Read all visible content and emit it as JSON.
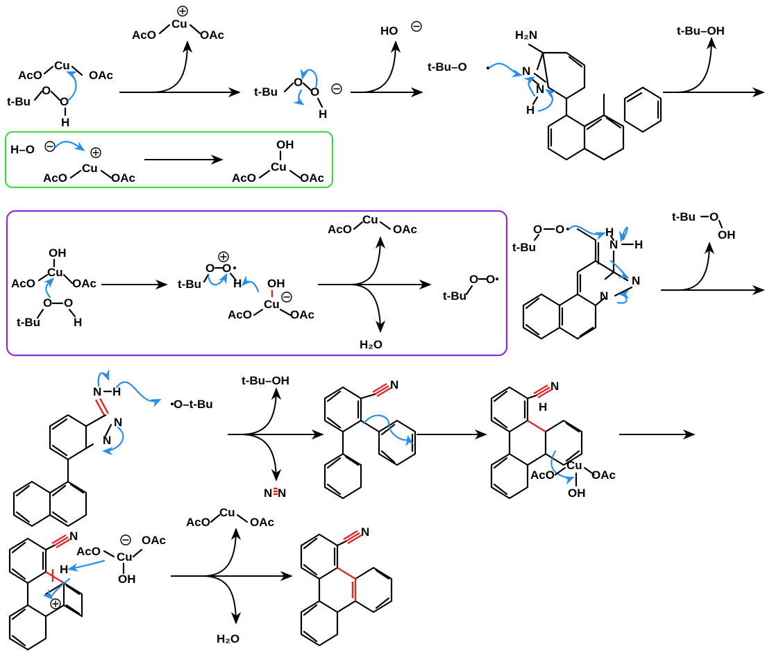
{
  "labels": {
    "acoac_a": "AcO",
    "acoac_b": "OAc",
    "cu": "Cu",
    "cu_plus": "Cu",
    "tbu": "t-Bu",
    "o": "O",
    "h": "H",
    "ho": "HO",
    "h_o": "H–O",
    "tbuoh": "t-Bu–OH",
    "tbuo": "t-Bu–O·",
    "oh": "OH",
    "h2n": "H",
    "n": "N",
    "tbuooh": "t-Bu–O",
    "h2o": "H",
    "nn": "N"
  },
  "text": {
    "r1_cu_top": "Cu",
    "r1_aco_top": "AcO",
    "r1_oac_top": "OAc",
    "r1_aco_left": "AcO",
    "r1_cu_left": "Cu",
    "r1_oac_left": "OAc",
    "r1_tbu_left": "t-Bu",
    "r1_o1_left": "O",
    "r1_o2_left": "O",
    "r1_h_left": "H",
    "r1_ho": "HO",
    "r1_tbu_mid": "t-Bu",
    "r1_o1_mid": "O",
    "r1_o2_mid": "O",
    "r1_h_mid": "H",
    "r1_tbuo": "t-Bu–O",
    "r1_h2n": "H₂N",
    "r1_n1": "N",
    "r1_n2": "N",
    "r1_h_n": "H",
    "r1_tbuoh": "t-Bu–OH",
    "g_ho": "H–O",
    "g_cu": "Cu",
    "g_aco": "AcO",
    "g_oac": "OAc",
    "g_oh": "OH",
    "g_cu2": "Cu",
    "g_aco2": "AcO",
    "g_oac2": "OAc",
    "p_oh": "OH",
    "p_cu": "Cu",
    "p_aco": "AcO",
    "p_oac": "OAc",
    "p_o1": "O",
    "p_o2": "O",
    "p_tbu": "t-Bu",
    "p_h": "H",
    "p_tbu2": "t-Bu",
    "p_o3": "O",
    "p_o4": "O",
    "p_h2": "H",
    "p_oh2": "OH",
    "p_cu2": "Cu",
    "p_aco2": "AcO",
    "p_oac2": "OAc",
    "p_aco3": "AcO",
    "p_cu3": "Cu",
    "p_oac3": "OAc",
    "p_h2o": "H₂O",
    "p_tbu3": "t-Bu",
    "p_o5": "O",
    "p_o6": "O",
    "r2_tbu": "t-Bu",
    "r2_o1": "O",
    "r2_o2": "O",
    "r2_h": "H",
    "r2_n": "N",
    "r2_h2": "H",
    "r2_n2": "N",
    "r2_n3": "N",
    "r2_tbu2": "t-Bu",
    "r2_o3": "O",
    "r2_oh": "OH",
    "r3_n": "N",
    "r3_h": "H",
    "r3_n2": "N",
    "r3_n3": "N",
    "r3_otbu": "O–t-Bu",
    "r3_tbuoh": "t-Bu–OH",
    "r3_n2gas": "N",
    "r3_cn": "N",
    "r3_cn2": "N",
    "r3_h2": "H",
    "r3_aco": "AcO",
    "r3_cu": "Cu",
    "r3_oac": "OAc",
    "r3_oh": "OH",
    "r4_cn": "N",
    "r4_aco": "AcO",
    "r4_cu": "Cu",
    "r4_oac": "OAc",
    "r4_oh": "OH",
    "r4_h": "H",
    "r4_aco2": "AcO",
    "r4_cu2": "Cu",
    "r4_oac2": "OAc",
    "r4_h2o": "H₂O",
    "r4_cn2": "N"
  }
}
